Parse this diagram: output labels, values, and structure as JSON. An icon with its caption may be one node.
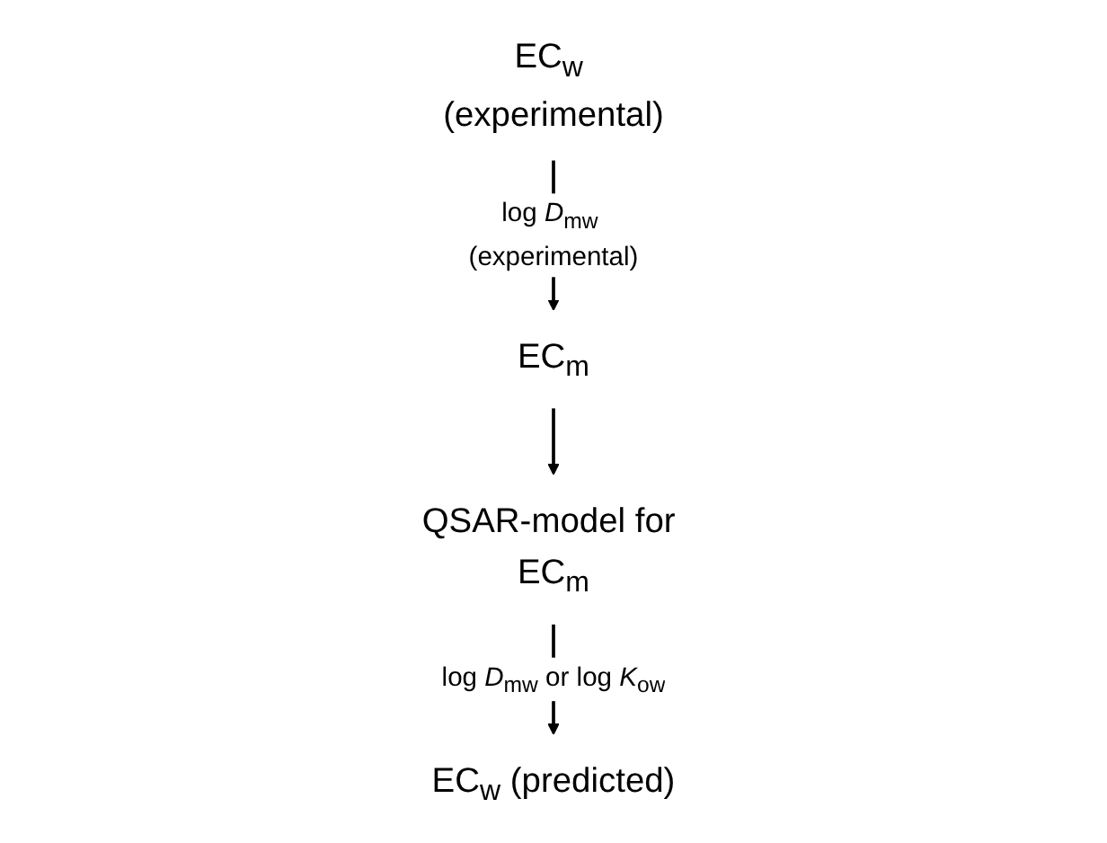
{
  "diagram": {
    "nodes": [
      {
        "text": [
          "EC$_{w}$ (experimental)"
        ]
      },
      {
        "text": [
          "EC$_{m}$"
        ]
      },
      {
        "text": [
          "QSAR-model for EC$_{m}$"
        ]
      },
      {
        "text": [
          "EC$_{w}$ (predicted)"
        ]
      }
    ],
    "edges": [
      {
        "from": 0,
        "to": 1,
        "arrow": "to",
        "label": "log *D*$_{mw}$ (experimental)"
      },
      {
        "from": 1,
        "to": 2,
        "arrow": "to"
      },
      {
        "from": 2,
        "to": 3,
        "arrow": "to",
        "label": "log *D*$_{mw}$ or log *K*$_{ow}$"
      }
    ]
  }
}
